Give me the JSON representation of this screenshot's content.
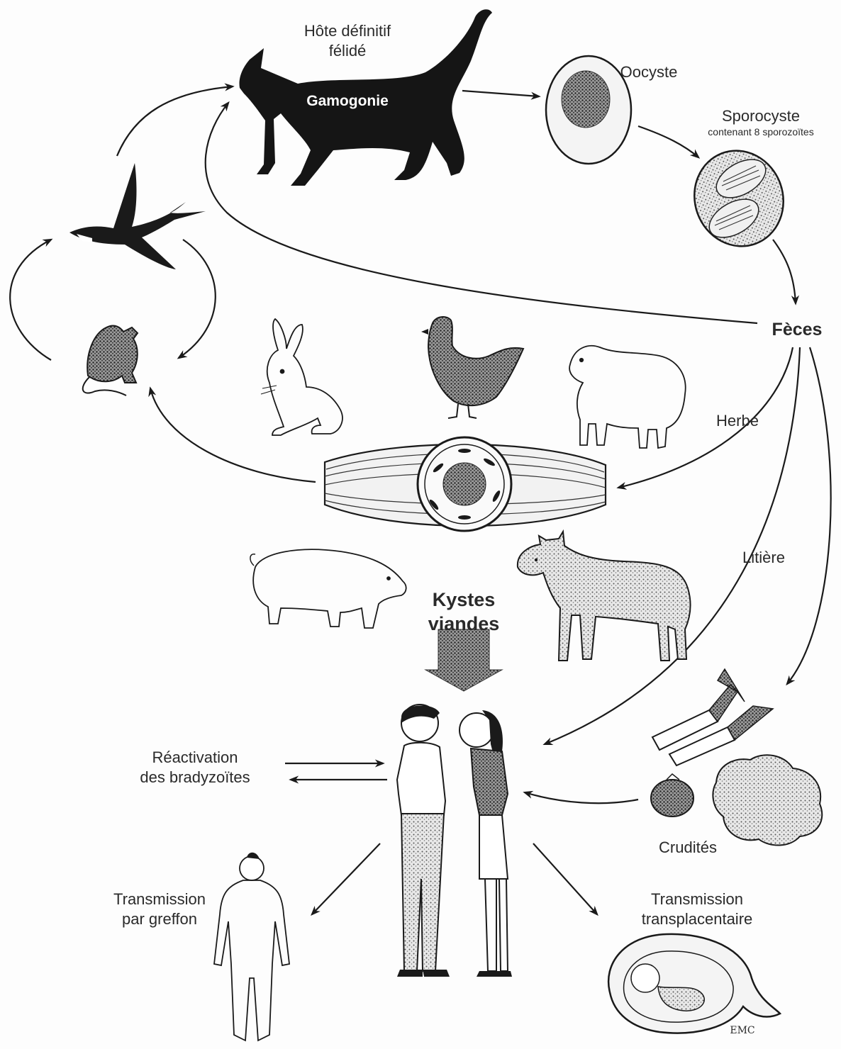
{
  "labels": {
    "host_line1": "Hôte définitif",
    "host_line2": "félidé",
    "gamogonie": "Gamogonie",
    "oocyste": "Oocyste",
    "sporocyste": "Sporocyste",
    "sporocyste_sub": "contenant 8 sporozoïtes",
    "feces": "Fèces",
    "herbe": "Herbe",
    "litiere": "Litière",
    "kystes_line1": "Kystes",
    "kystes_line2": "viandes",
    "reactivation_line1": "Réactivation",
    "reactivation_line2": "des bradyzoïtes",
    "crudites": "Crudités",
    "greffon_line1": "Transmission",
    "greffon_line2": "par greffon",
    "transplac_line1": "Transmission",
    "transplac_line2": "transplacentaire",
    "signature": "EMC"
  },
  "icons": [
    "cat-icon",
    "bird-icon",
    "mouse-icon",
    "rabbit-icon",
    "chicken-icon",
    "sheep-icon",
    "pig-icon",
    "cow-icon",
    "oocyst-icon",
    "sporocyst-icon",
    "muscle-cyst-icon",
    "man-icon",
    "woman-icon",
    "transplant-body-icon",
    "fetus-uterus-icon",
    "leek-icon",
    "lettuce-icon",
    "berries-icon"
  ],
  "colors": {
    "ink": "#1a1a1a",
    "paper": "#fdfdfd",
    "stipple": "#6a6a6a"
  }
}
